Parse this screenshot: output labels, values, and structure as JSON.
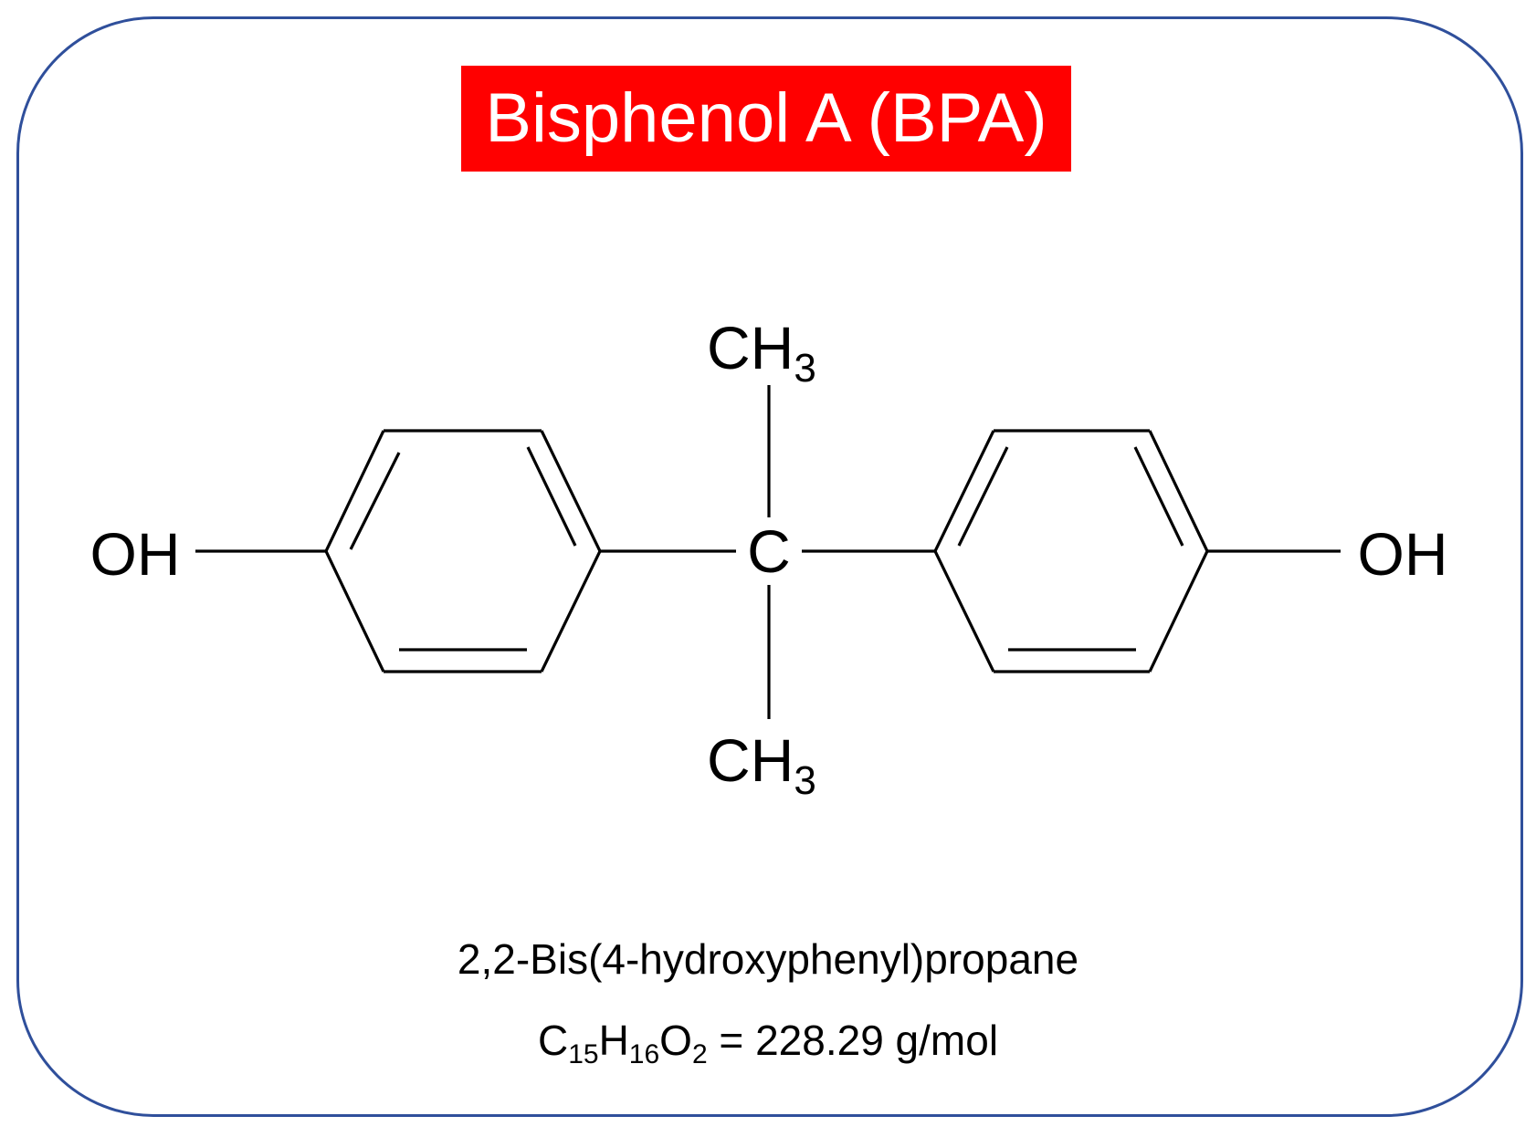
{
  "title": "Bisphenol A (BPA)",
  "colors": {
    "title_background": "#ff0000",
    "title_text": "#ffffff",
    "frame_border": "#2f4f9b",
    "structure": "#000000"
  },
  "structure": {
    "center_atom": "C",
    "top_group": {
      "element": "CH",
      "subscript": "3"
    },
    "bottom_group": {
      "element": "CH",
      "subscript": "3"
    },
    "left_group": "OH",
    "right_group": "OH"
  },
  "iupac_name": "2,2-Bis(4-hydroxyphenyl)propane",
  "formula": {
    "parts": [
      {
        "element": "C",
        "count": "15"
      },
      {
        "element": "H",
        "count": "16"
      },
      {
        "element": "O",
        "count": "2"
      }
    ],
    "equals": "=",
    "molar_mass": "228.29 g/mol"
  }
}
